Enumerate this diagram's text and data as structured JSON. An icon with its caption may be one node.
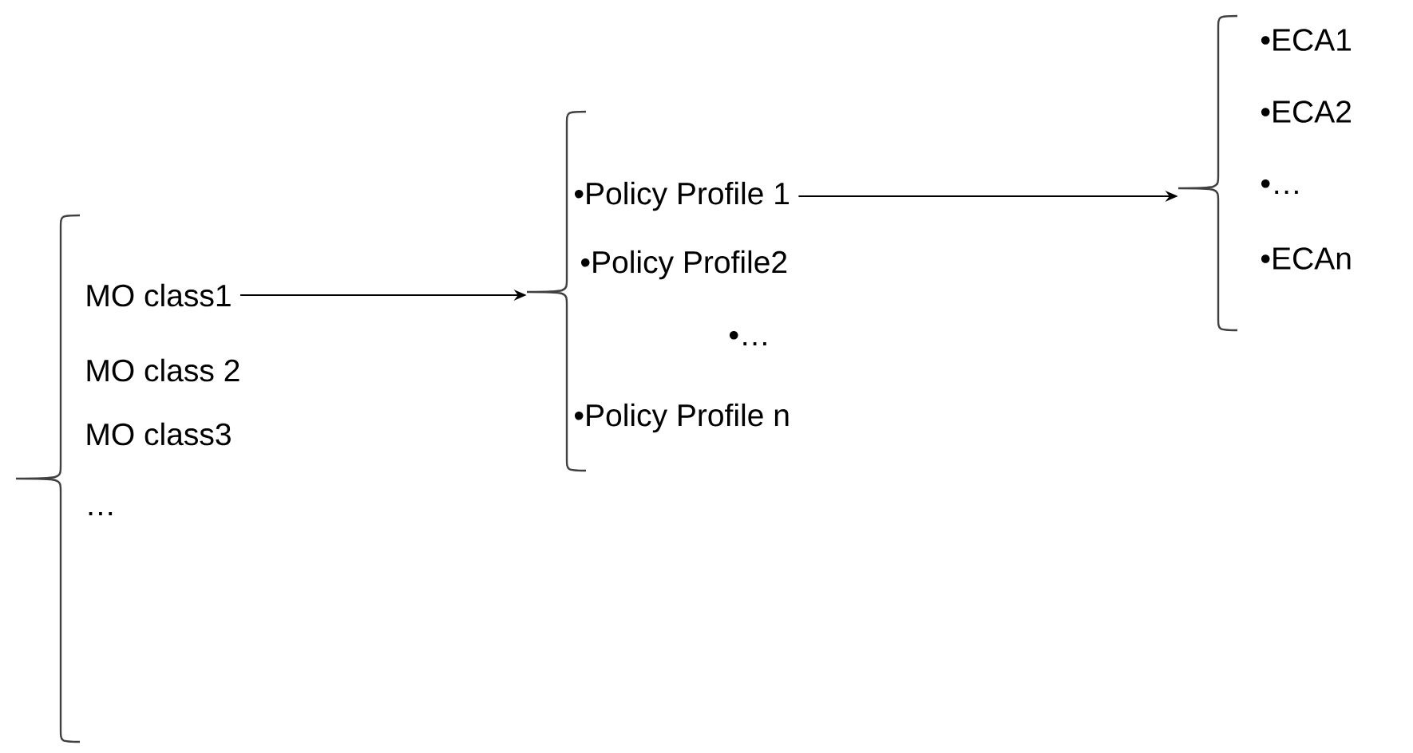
{
  "diagram": {
    "nodes": [
      {
        "text": [
          "MO class1",
          "MO class 2",
          "MO class3",
          "…"
        ]
      },
      {
        "text": [
          "•Policy Profile 1",
          "•Policy Profile2",
          "•…",
          "•Policy Profile n"
        ]
      },
      {
        "text": [
          "•ECA1",
          "•ECA2",
          "•…",
          "•ECAn"
        ]
      }
    ],
    "edges": [
      {
        "from": 0,
        "to": 1,
        "arrow": "to"
      },
      {
        "from": 1,
        "to": 2,
        "arrow": "to"
      }
    ]
  }
}
